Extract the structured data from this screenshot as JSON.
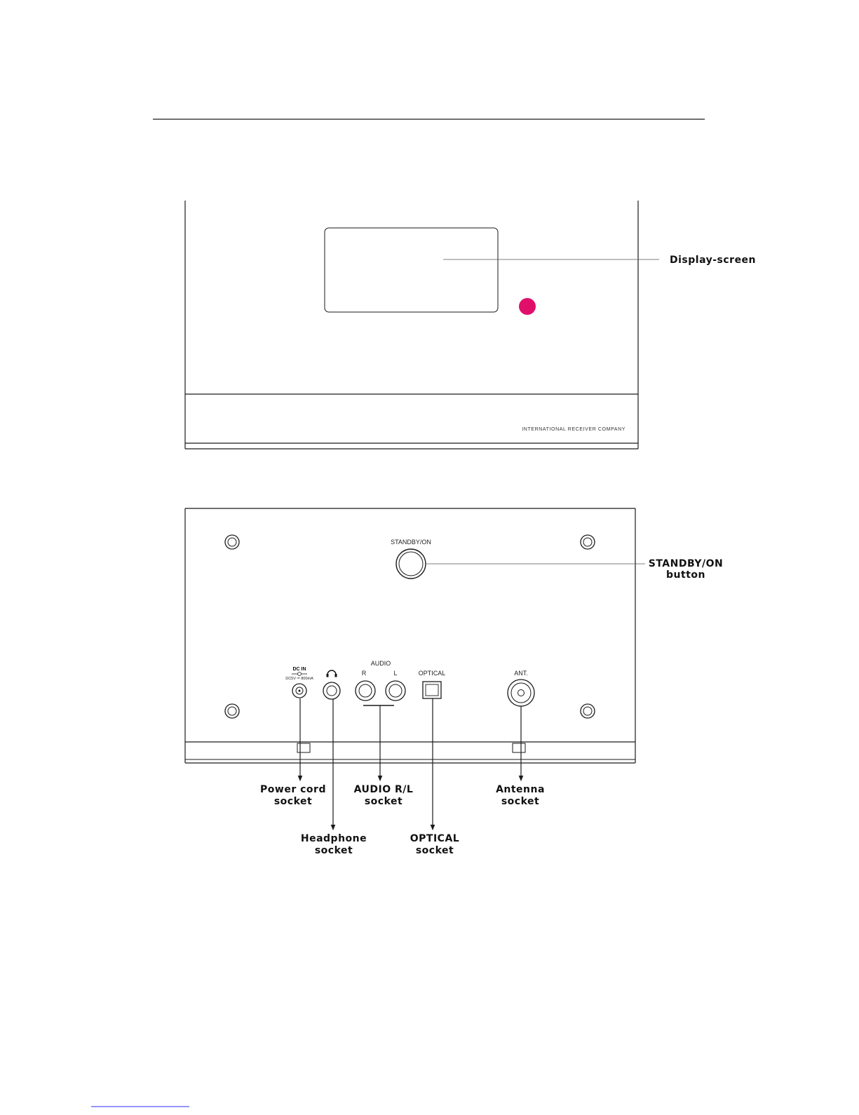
{
  "colors": {
    "line": "#1a1a1a",
    "indicator": "#e0106a"
  },
  "front_panel": {
    "brand": "INTERNATIONAL RECEIVER COMPANY",
    "callouts": {
      "display_screen": "Display-screen"
    }
  },
  "back_panel": {
    "labels": {
      "standby_on": "STANDBY/ON",
      "dc_in": "DC IN",
      "dc_rating": "DC5V ⎓ 800mA",
      "headphone_icon": "headphone-icon",
      "audio": "AUDIO",
      "audio_r": "R",
      "audio_l": "L",
      "optical": "OPTICAL",
      "ant": "ANT."
    },
    "callouts": {
      "standby_line1": "STANDBY/ON",
      "standby_line2": "button",
      "power_line1": "Power cord",
      "power_line2": "socket",
      "audio_line1": "AUDIO R/L",
      "audio_line2": "socket",
      "antenna_line1": "Antenna",
      "antenna_line2": "socket",
      "headphone_line1": "Headphone",
      "headphone_line2": "socket",
      "optical_line1": "OPTICAL",
      "optical_line2": "socket"
    }
  }
}
